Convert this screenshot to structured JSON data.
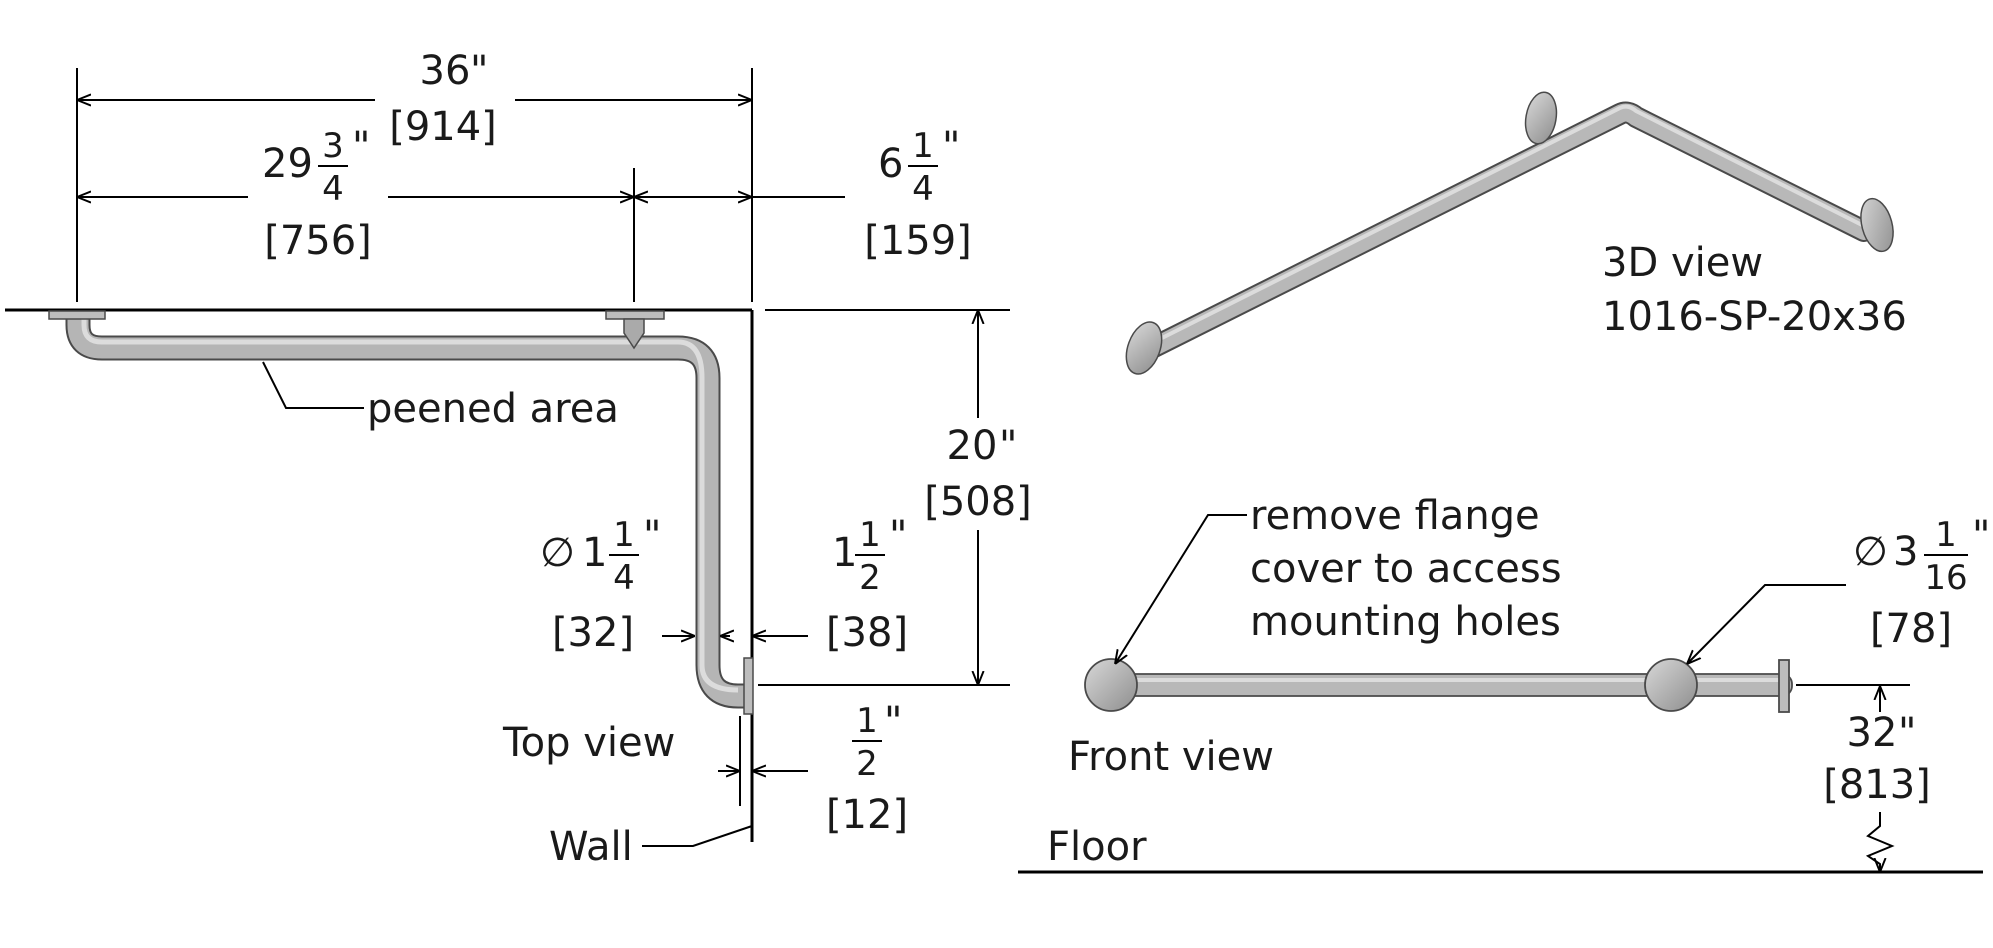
{
  "top_view": {
    "overall_length": {
      "in": "36",
      "mm": "[914]"
    },
    "flange_offset": {
      "whole": "29",
      "num": "3",
      "den": "4",
      "mm": "[756]"
    },
    "end_projection": {
      "whole": "6",
      "num": "1",
      "den": "4",
      "mm": "[159]"
    },
    "depth": {
      "in": "20",
      "mm": "[508]"
    },
    "tube_diameter": {
      "symbol": "∅",
      "whole": "1",
      "num": "1",
      "den": "4",
      "mm": "[32]"
    },
    "wall_clearance": {
      "whole": "1",
      "num": "1",
      "den": "2",
      "mm": "[38]"
    },
    "flange_thickness": {
      "num": "1",
      "den": "2",
      "mm": "[12]"
    },
    "peened_label": "peened area",
    "view_label": "Top view",
    "wall_label": "Wall"
  },
  "iso_view": {
    "label": "3D view",
    "model": "1016-SP-20x36"
  },
  "front_view": {
    "note_lines": [
      "remove flange",
      "cover to access",
      "mounting holes"
    ],
    "flange_diameter": {
      "symbol": "∅",
      "whole": "3",
      "num": "1",
      "den": "16",
      "mm": "[78]"
    },
    "height": {
      "in": "32",
      "mm": "[813]"
    },
    "view_label": "Front view",
    "floor_label": "Floor"
  },
  "colors": {
    "tube_fill": "#b5b5b5",
    "tube_highlight": "#dcdcdc",
    "tube_outline": "#4a4a4a",
    "line": "#000000"
  }
}
